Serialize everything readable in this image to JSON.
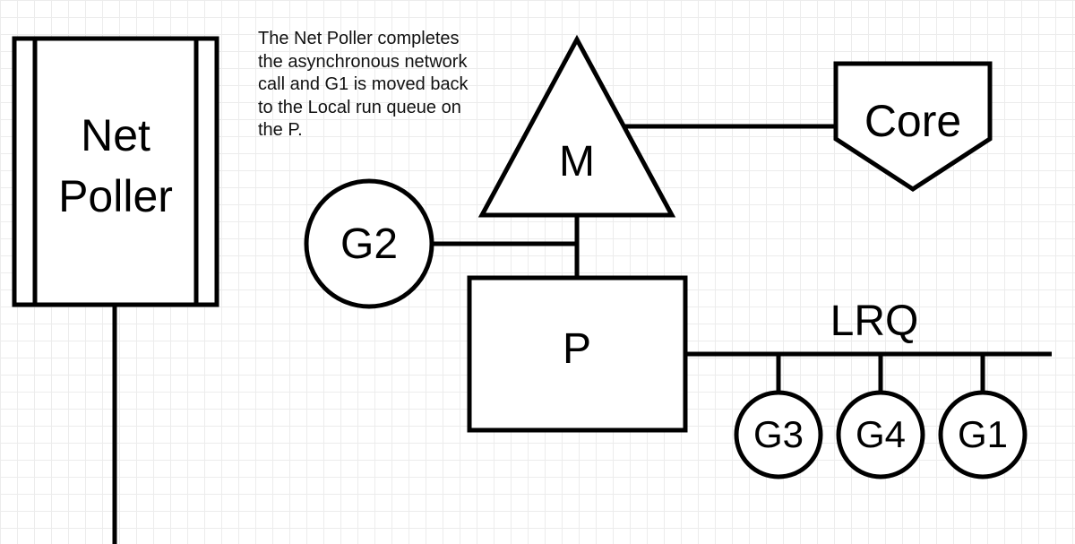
{
  "annotation": {
    "lines": [
      "The Net Poller completes",
      "the asynchronous network",
      "call and G1 is moved back",
      "to the Local run queue on",
      "the P."
    ]
  },
  "net_poller": {
    "label_line1": "Net",
    "label_line2": "Poller"
  },
  "machine": {
    "label": "M"
  },
  "core": {
    "label": "Core"
  },
  "processor": {
    "label": "P"
  },
  "running_goroutine": {
    "label": "G2"
  },
  "lrq": {
    "label": "LRQ",
    "goroutines": [
      "G3",
      "G4",
      "G1"
    ]
  },
  "colors": {
    "stroke": "#000000",
    "background": "#ffffff",
    "grid": "#ececec"
  }
}
